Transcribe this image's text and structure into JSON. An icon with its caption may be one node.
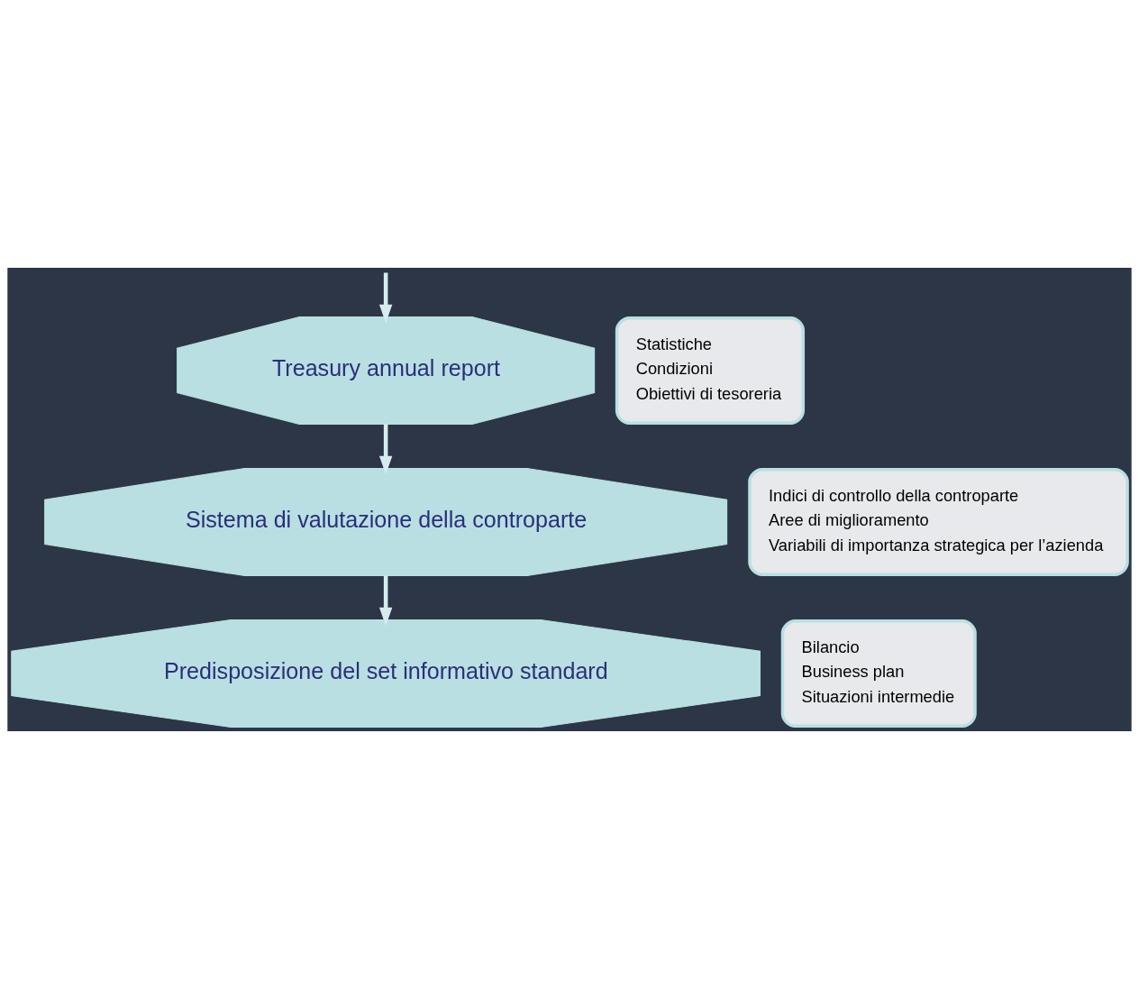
{
  "diagram": {
    "nodes": [
      {
        "text": [
          "Sistema di valutazione della controparte"
        ]
      },
      {
        "text": [
          "Indici di controllo della controparte",
          "Aree di miglioramento",
          "Variabili di importanza strategica per l’azienda"
        ]
      },
      {
        "text": [
          "Treasury annual report"
        ]
      },
      {
        "text": [
          "Statistiche",
          "Condizioni",
          "Obiettivi di tesoreria"
        ]
      },
      {
        "text": [
          "Predisposizione del set informativo standard"
        ]
      },
      {
        "text": [
          "Bilancio",
          "Business plan",
          "Situazioni intermedie"
        ]
      }
    ],
    "edges": [
      {
        "from": 2,
        "to": 0,
        "arrow": "to"
      },
      {
        "from": null,
        "to": 2,
        "arrow": "to"
      },
      {
        "from": 0,
        "to": 4,
        "arrow": "to"
      }
    ]
  }
}
